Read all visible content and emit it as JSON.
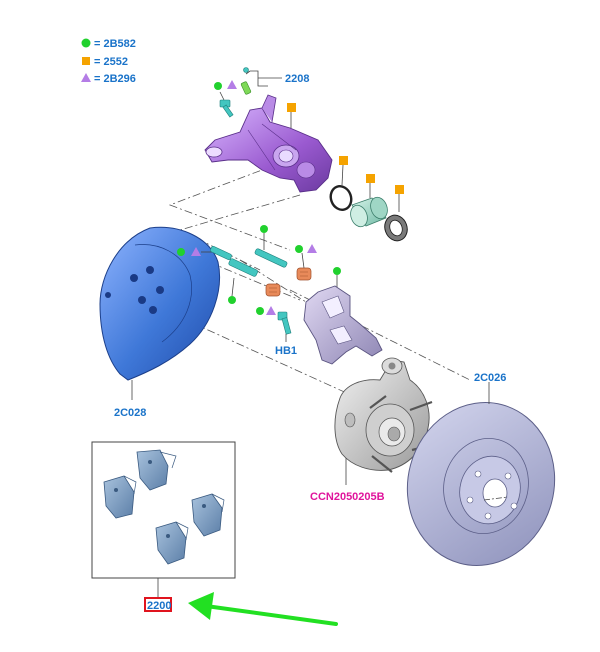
{
  "colors": {
    "callout_blue": "#1a73c9",
    "callout_magenta": "#e0149c",
    "dot_green": "#21d12e",
    "square_orange": "#f5a300",
    "triangle_purple": "#b47de6",
    "arrow_green": "#22e022",
    "highlight_red": "#e0141e",
    "caliper_purple": "#9a5ad0",
    "shield_blue": "#3f78d8",
    "rotor_gray": "#a9acd0",
    "pad_blue": "#6d8fb6"
  },
  "legend": [
    {
      "marker": "circle-green",
      "text": "= 2B582"
    },
    {
      "marker": "square-orange",
      "text": "= 2552"
    },
    {
      "marker": "triangle-purple",
      "text": "= 2B296"
    }
  ],
  "callouts": {
    "bleeder": "2208",
    "pin": "HB1",
    "shield": "2C028",
    "rotor": "2C026",
    "hub": "CCN2050205B",
    "pads": "2200"
  }
}
